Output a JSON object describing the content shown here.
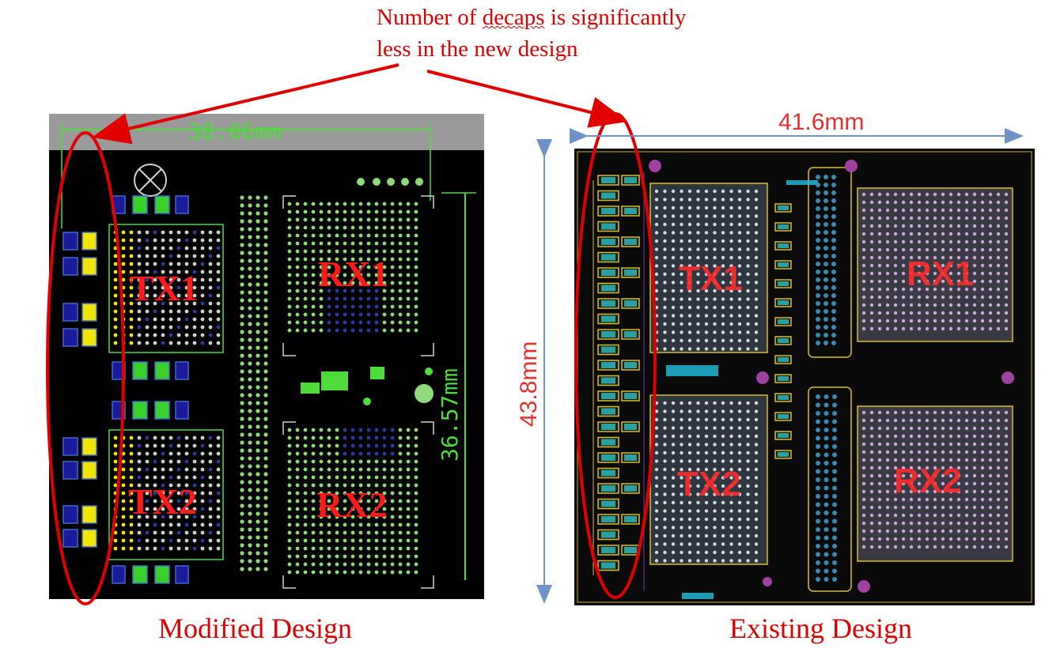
{
  "annotation": {
    "line1_pre": "Number of ",
    "line1_word": "decaps",
    "line1_post": " is significantly",
    "line2": "less in the new design"
  },
  "modified": {
    "caption": "Modified Design",
    "dimension_width": "38.06mm",
    "dimension_height": "36.57mm",
    "chips": [
      "TX1",
      "RX1",
      "TX2",
      "RX2"
    ]
  },
  "existing": {
    "caption": "Existing Design",
    "dimension_width": "41.6mm",
    "dimension_height": "43.8mm",
    "chips": [
      "TX1",
      "RX1",
      "TX2",
      "RX2"
    ]
  },
  "colors": {
    "annotation": "#e00000",
    "board_bg": "#000000",
    "trace_green": "#4ddc3a",
    "cap_yellow": "#f2e600",
    "cap_blue": "#1a1a9a",
    "dim_arrow": "#6f93c9"
  }
}
